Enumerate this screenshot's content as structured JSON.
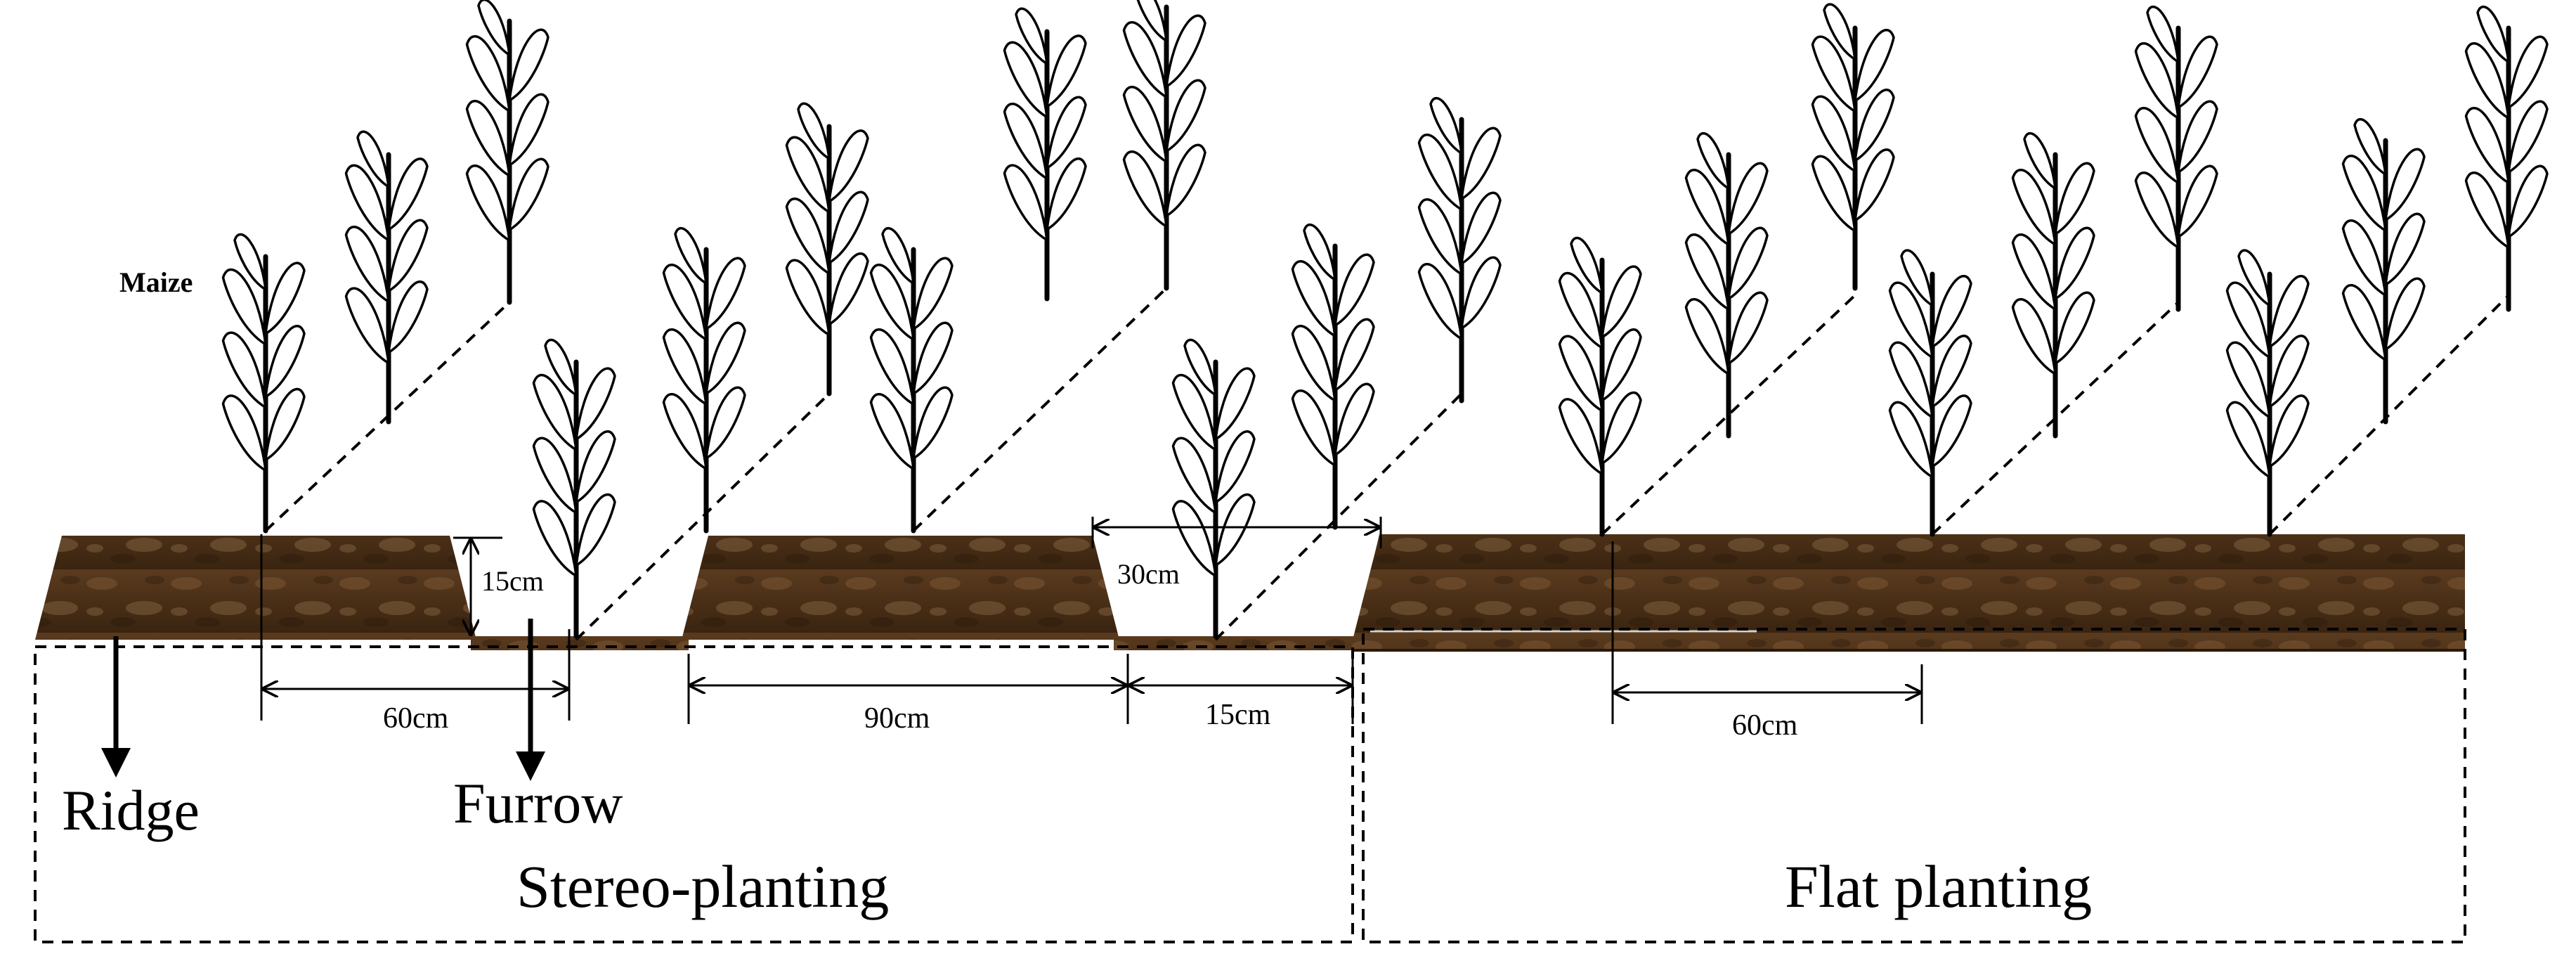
{
  "labels": {
    "maize": "Maize",
    "ridge": "Ridge",
    "furrow": "Furrow",
    "stereo_planting": "Stereo-planting",
    "flat_planting": "Flat planting"
  },
  "dimensions": {
    "ridge_height": "15cm",
    "furrow_top_width": "30cm",
    "spacing_left": "60cm",
    "ridge_width": "90cm",
    "furrow_width": "15cm",
    "flat_spacing": "60cm"
  },
  "colors": {
    "soil_dark": "#3b2613",
    "soil_mid": "#6b4a2a",
    "soil_light": "#8a6a45",
    "line": "#000000"
  }
}
